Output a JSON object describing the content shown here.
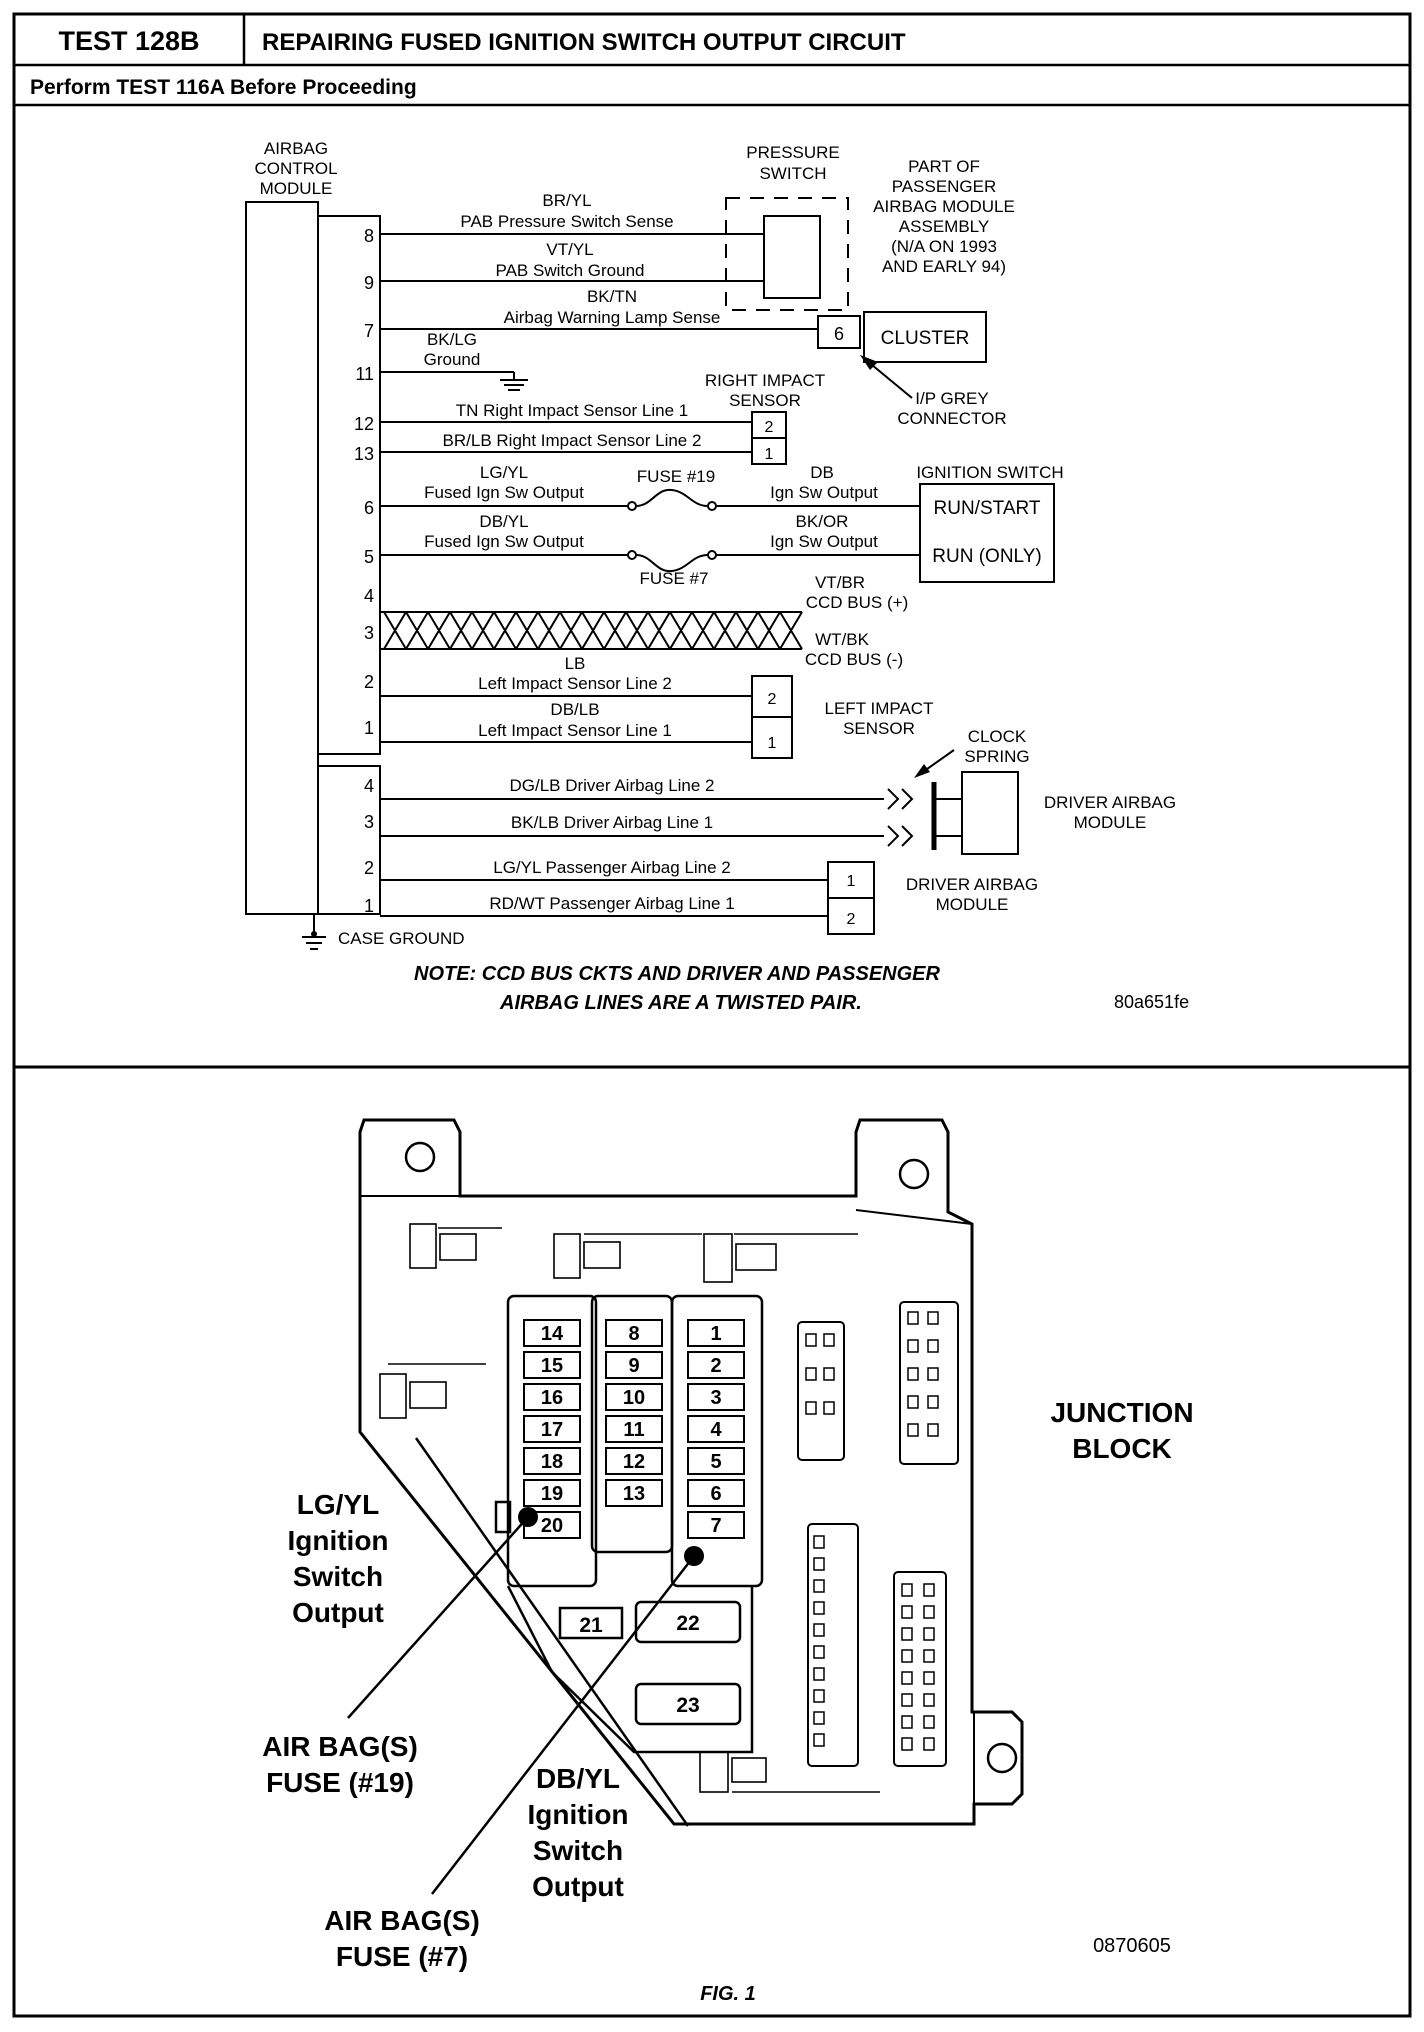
{
  "header": {
    "test_id": "TEST 128B",
    "title": "REPAIRING FUSED IGNITION SWITCH OUTPUT CIRCUIT",
    "subtitle": "Perform TEST 116A Before Proceeding"
  },
  "schematic": {
    "module_label": [
      "AIRBAG",
      "CONTROL",
      "MODULE"
    ],
    "pins_upper": [
      "8",
      "9",
      "7",
      "11",
      "12",
      "13",
      "6",
      "5",
      "4",
      "3",
      "2",
      "1"
    ],
    "pins_lower": [
      "4",
      "3",
      "2",
      "1"
    ],
    "wires": {
      "w8_color": "BR/YL",
      "w8_name": "PAB Pressure Switch Sense",
      "w9_color": "VT/YL",
      "w9_name": "PAB Switch Ground",
      "w7_color": "BK/TN",
      "w7_name": "Airbag Warning Lamp Sense",
      "w11_color": "BK/LG",
      "w11_name": "Ground",
      "w12_name": "TN Right Impact Sensor Line 1",
      "w13_name": "BR/LB Right Impact Sensor Line 2",
      "w6_color": "LG/YL",
      "w6_name": "Fused Ign Sw Output",
      "w5_color": "DB/YL",
      "w5_name": "Fused Ign Sw Output",
      "ign1_color": "DB",
      "ign1_name": "Ign Sw Output",
      "ign2_color": "BK/OR",
      "ign2_name": "Ign Sw Output",
      "ccd_pos_color": "VT/BR",
      "ccd_pos_name": "CCD BUS (+)",
      "ccd_neg_color": "WT/BK",
      "ccd_neg_name": "CCD BUS (-)",
      "l2_color": "LB",
      "l2_name": "Left Impact Sensor Line 2",
      "l1_color": "DB/LB",
      "l1_name": "Left Impact Sensor Line 1",
      "d2_name": "DG/LB Driver Airbag Line 2",
      "d1_name": "BK/LB Driver Airbag Line 1",
      "p2_name": "LG/YL Passenger Airbag Line 2",
      "p1_name": "RD/WT Passenger Airbag Line 1"
    },
    "fuse19": "FUSE #19",
    "fuse7": "FUSE #7",
    "pressure_switch": [
      "PRESSURE",
      "SWITCH"
    ],
    "passenger_assembly": [
      "PART OF",
      "PASSENGER",
      "AIRBAG MODULE",
      "ASSEMBLY",
      "(N/A ON 1993",
      "AND EARLY 94)"
    ],
    "cluster": "CLUSTER",
    "cluster_pin": "6",
    "ip_connector": [
      "I/P GREY",
      "CONNECTOR"
    ],
    "right_sensor": [
      "RIGHT IMPACT",
      "SENSOR"
    ],
    "right_sensor_pins": [
      "2",
      "1"
    ],
    "ignition_switch": "IGNITION SWITCH",
    "run_start": "RUN/START",
    "run_only": "RUN (ONLY)",
    "left_sensor": [
      "LEFT IMPACT",
      "SENSOR"
    ],
    "left_sensor_pins": [
      "2",
      "1"
    ],
    "clock_spring": [
      "CLOCK",
      "SPRING"
    ],
    "driver_module": [
      "DRIVER AIRBAG",
      "MODULE"
    ],
    "passenger_module": [
      "DRIVER AIRBAG",
      "MODULE"
    ],
    "passenger_module_pins": [
      "1",
      "2"
    ],
    "case_ground": "CASE GROUND",
    "note_line1": "NOTE:  CCD BUS CKTS AND DRIVER AND PASSENGER",
    "note_line2": "AIRBAG LINES ARE A TWISTED PAIR.",
    "code": "80a651fe"
  },
  "junction": {
    "title": [
      "JUNCTION",
      "BLOCK"
    ],
    "fuses_left": [
      "14",
      "15",
      "16",
      "17",
      "18",
      "19",
      "20"
    ],
    "fuses_mid": [
      "8",
      "9",
      "10",
      "11",
      "12",
      "13"
    ],
    "fuses_right": [
      "1",
      "2",
      "3",
      "4",
      "5",
      "6",
      "7"
    ],
    "fuse_21": "21",
    "fuse_22": "22",
    "fuse_23": "23",
    "callout_lgyl": [
      "LG/YL",
      "Ignition",
      "Switch",
      "Output"
    ],
    "callout_fuse19": [
      "AIR BAG(S)",
      "FUSE (#19)"
    ],
    "callout_dbyl": [
      "DB/YL",
      "Ignition",
      "Switch",
      "Output"
    ],
    "callout_fuse7": [
      "AIR BAG(S)",
      "FUSE (#7)"
    ],
    "code": "0870605",
    "fig": "FIG. 1"
  }
}
